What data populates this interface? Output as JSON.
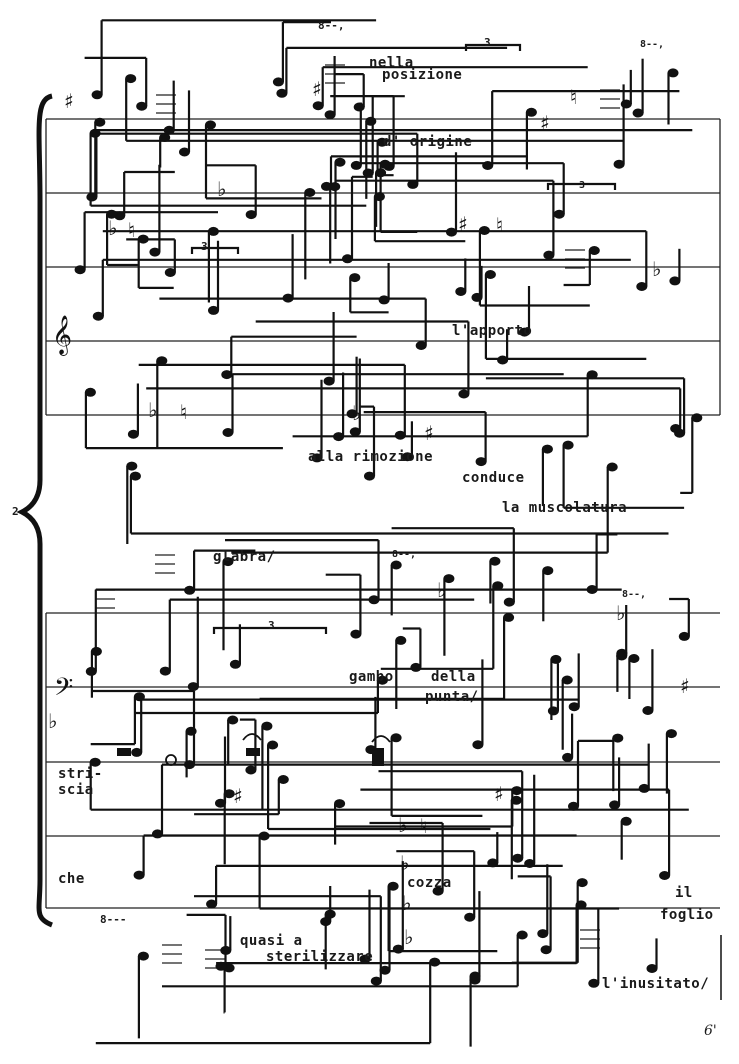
{
  "lyrics": [
    {
      "id": "l1",
      "text": "nella"
    },
    {
      "id": "l2",
      "text": "posizione"
    },
    {
      "id": "l3",
      "text": "d' origine"
    },
    {
      "id": "l4",
      "text": "l'apporto"
    },
    {
      "id": "l5",
      "text": "alla rimozione"
    },
    {
      "id": "l6",
      "text": "conduce"
    },
    {
      "id": "l7",
      "text": "la muscolatura"
    },
    {
      "id": "l8",
      "text": "glabra/"
    },
    {
      "id": "l9",
      "text": "gambo"
    },
    {
      "id": "l10",
      "text": "della"
    },
    {
      "id": "l11",
      "text": "punta/"
    },
    {
      "id": "l12",
      "text": "stri-"
    },
    {
      "id": "l13",
      "text": "scia"
    },
    {
      "id": "l14",
      "text": "che"
    },
    {
      "id": "l15",
      "text": "cozza"
    },
    {
      "id": "l16",
      "text": "il"
    },
    {
      "id": "l17",
      "text": "foglio"
    },
    {
      "id": "l18",
      "text": "quasi a"
    },
    {
      "id": "l19",
      "text": "sterilizzare"
    },
    {
      "id": "l20",
      "text": "l'inusitato/"
    }
  ],
  "marks": {
    "brace_number": "2",
    "page_number": "6'",
    "ottava_1": "8--,",
    "ottava_2": "8--,",
    "ottava_3": "8--,",
    "ottava_4": "8--,",
    "ottava_5": "8---",
    "triplet_1": "3",
    "triplet_2": "3",
    "triplet_3": "3",
    "triplet_4": "3"
  }
}
